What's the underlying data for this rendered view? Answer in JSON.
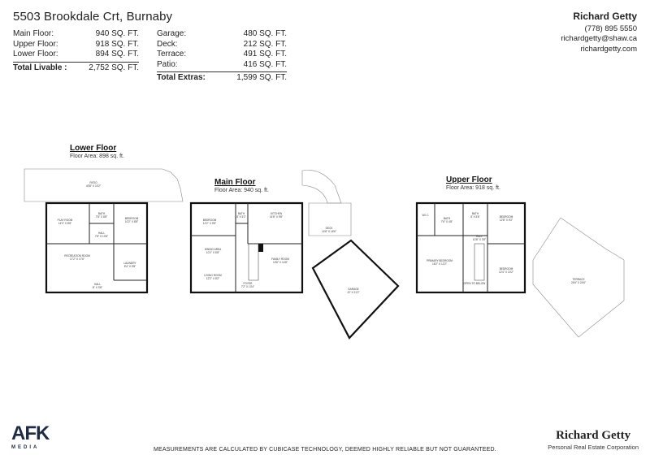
{
  "header": {
    "address": "5503 Brookdale Crt, Burnaby",
    "livable": [
      {
        "label": "Main Floor:",
        "value": "940 SQ. FT."
      },
      {
        "label": "Upper Floor:",
        "value": "918 SQ. FT."
      },
      {
        "label": "Lower Floor:",
        "value": "894 SQ. FT."
      }
    ],
    "livable_total": {
      "label": "Total Livable :",
      "value": "2,752 SQ. FT."
    },
    "extras": [
      {
        "label": "Garage:",
        "value": "480 SQ. FT."
      },
      {
        "label": "Deck:",
        "value": "212 SQ. FT."
      },
      {
        "label": "Terrace:",
        "value": "491 SQ. FT."
      },
      {
        "label": "Patio:",
        "value": "416 SQ. FT."
      }
    ],
    "extras_total": {
      "label": "Total Extras:",
      "value": "1,599 SQ. FT."
    }
  },
  "agent": {
    "name": "Richard Getty",
    "phone": "(778) 895 5550",
    "email": "richardgetty@shaw.ca",
    "website": "richardgetty.com"
  },
  "floors": {
    "lower": {
      "title": "Lower Floor",
      "area": "Floor Area: 898 sq. ft.",
      "rooms": [
        {
          "name": "PATIO",
          "dims": "40'8\" X 10'2\""
        },
        {
          "name": "PLAY ROOM",
          "dims": "14'3\" X 8'8\""
        },
        {
          "name": "BATH",
          "dims": "7'8\" X 8'8\""
        },
        {
          "name": "BEDROOM",
          "dims": "10'2\" X 8'8\""
        },
        {
          "name": "HALL",
          "dims": "7'8\" X 10'8\""
        },
        {
          "name": "RECREATION ROOM",
          "dims": "17'2\" X 17'6\""
        },
        {
          "name": "LAUNDRY",
          "dims": "8'4\" X 5'8\""
        },
        {
          "name": "HALL",
          "dims": "8'' X 3'8\""
        }
      ]
    },
    "main": {
      "title": "Main Floor",
      "area": "Floor Area: 940 sq. ft.",
      "rooms": [
        {
          "name": "BEDROOM",
          "dims": "12'2\" X 9'8\""
        },
        {
          "name": "BATH",
          "dims": "8' X 5'2\""
        },
        {
          "name": "KITCHEN",
          "dims": "14'8\" X 9'8\""
        },
        {
          "name": "DECK",
          "dims": "14'8\" X 16'6\""
        },
        {
          "name": "DINING AREA",
          "dims": "10'2\" X 6'8\""
        },
        {
          "name": "LIVING ROOM",
          "dims": "12'2\" X 8'2\""
        },
        {
          "name": "FAMILY ROOM",
          "dims": "13'6\" X 14'8\""
        },
        {
          "name": "FOYER",
          "dims": "7'2\" X 13'4\""
        },
        {
          "name": "GARAGE",
          "dims": "22' X 21'2\""
        }
      ]
    },
    "upper": {
      "title": "Upper Floor",
      "area": "Floor Area: 918 sq. ft.",
      "rooms": [
        {
          "name": "W.I.C.",
          "dims": "5'8\" X 5'2\""
        },
        {
          "name": "BATH",
          "dims": "7'6\" X 4'8\""
        },
        {
          "name": "BATH",
          "dims": "8' X 5'6\""
        },
        {
          "name": "BEDROOM",
          "dims": "12'8\" X 9'2\""
        },
        {
          "name": "HALL",
          "dims": "10'8\" X 3'8\""
        },
        {
          "name": "PRIMARY BEDROOM",
          "dims": "16'2\" X 12'2\""
        },
        {
          "name": "BEDROOM",
          "dims": "12'4\" X 10'2\""
        },
        {
          "name": "OPEN TO BELOW",
          "dims": ""
        },
        {
          "name": "TERRACE",
          "dims": "24'6\" X 24'6\""
        }
      ]
    }
  },
  "footer": {
    "disclaimer": "MEASUREMENTS ARE CALCULATED BY CUBICASE TECHNOLOGY, DEEMED HIGHLY RELIABLE BUT NOT GUARANTEED.",
    "logo_main": "AFK",
    "logo_sub": "MEDIA",
    "brand_name": "Richard Getty",
    "brand_sub": "Personal Real Estate Corporation"
  }
}
